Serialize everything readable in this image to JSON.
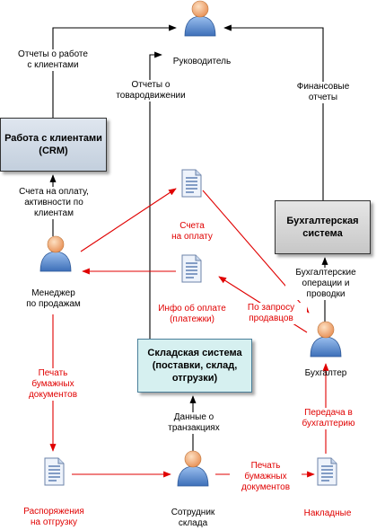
{
  "nodes": {
    "manager_top": {
      "label": "Руководитель",
      "icon": "person-icon"
    },
    "crm": {
      "line1": "Работа с клиентами",
      "line2": "(CRM)"
    },
    "accounting_system": {
      "line1": "Бухгалтерская",
      "line2": "система"
    },
    "warehouse_system": {
      "line1": "Складская система",
      "line2": "(поставки, склад,",
      "line3": "отгрузки)"
    },
    "sales_manager": {
      "line1": "Менеджер",
      "line2": "по продажам",
      "icon": "person-icon"
    },
    "accountant": {
      "label": "Бухгалтер",
      "icon": "person-icon"
    },
    "warehouse_worker": {
      "line1": "Сотрудник",
      "line2": "склада",
      "icon": "person-icon"
    },
    "doc_invoices": {
      "line1": "Счета",
      "line2": "на оплату",
      "icon": "document-icon"
    },
    "doc_payment_info": {
      "line1": "Инфо об оплате",
      "line2": "(платежки)",
      "icon": "document-icon"
    },
    "doc_shipping_orders": {
      "line1": "Распоряжения",
      "line2": "на отгрузку",
      "icon": "document-icon"
    },
    "doc_waybills": {
      "label": "Накладные",
      "icon": "document-icon"
    }
  },
  "edges": {
    "client_reports": {
      "line1": "Отчеты о работе",
      "line2": "с клиентами"
    },
    "goods_reports": {
      "line1": "Отчеты о",
      "line2": "товародвижении"
    },
    "financial_reports": {
      "line1": "Финансовые",
      "line2": "отчеты"
    },
    "crm_data": {
      "line1": "Счета на оплату,",
      "line2": "активности по",
      "line3": "клиентам"
    },
    "accounting_ops": {
      "line1": "Бухгалтерские",
      "line2": "операции и",
      "line3": "проводки"
    },
    "on_request": {
      "line1": "По запросу",
      "line2": "продавцов"
    },
    "print_docs_left": {
      "line1": "Печать",
      "line2": "бумажных",
      "line3": "документов"
    },
    "transactions": {
      "line1": "Данные о",
      "line2": "транзакциях"
    },
    "to_accounting": {
      "line1": "Передача в",
      "line2": "бухгалтерию"
    },
    "print_docs_bottom": {
      "line1": "Печать",
      "line2": "бумажных",
      "line3": "документов"
    }
  },
  "colors": {
    "flow_black": "#000000",
    "flow_red": "#e00000",
    "crm_fill": "#c9d4e2",
    "accounting_fill": "#d0d0d0",
    "warehouse_fill": "#d6f0f0",
    "person_head": "#f2b07a",
    "person_body": "#5b86c8"
  }
}
